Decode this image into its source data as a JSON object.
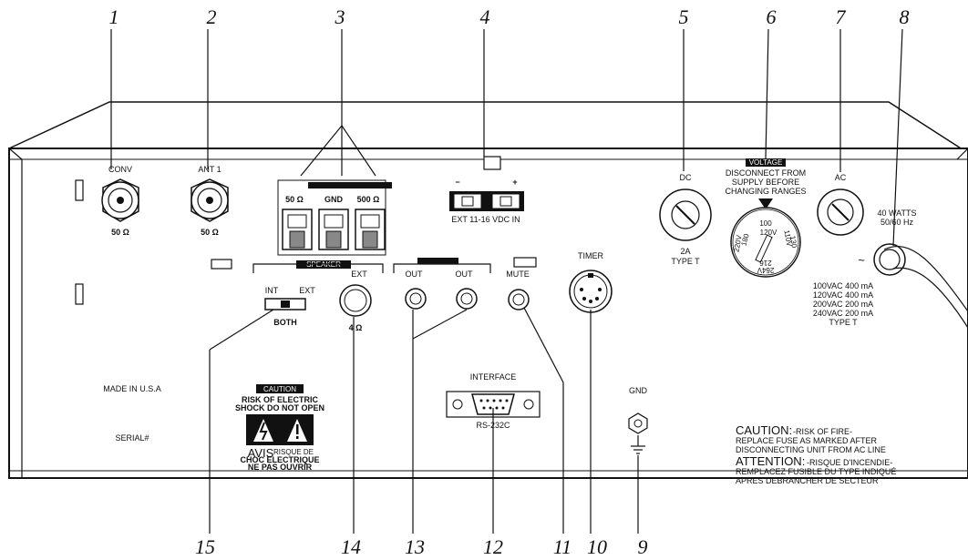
{
  "callouts": [
    "1",
    "2",
    "3",
    "4",
    "5",
    "6",
    "7",
    "8",
    "9",
    "10",
    "11",
    "12",
    "13",
    "14",
    "15"
  ],
  "connectors": {
    "conv": "CONV",
    "conv_ohm": "50 Ω",
    "ant1": "ANT 1",
    "ant1_ohm": "50 Ω",
    "term_50": "50 Ω",
    "term_gnd": "GND",
    "term_500": "500 Ω",
    "ext_minus": "−",
    "ext_plus": "+",
    "ext_dc": "EXT 11-16 VDC IN",
    "dc": "DC",
    "dc_fuse": "2A",
    "dc_type": "TYPE T",
    "voltage_title": "VOLTAGE",
    "voltage_warn_1": "DISCONNECT FROM",
    "voltage_warn_2": "SUPPLY BEFORE",
    "voltage_warn_3": "CHANGING RANGES",
    "v_100": "100",
    "v_120": "120V",
    "v_220": "220V",
    "v_180": "180",
    "v_110": "110V",
    "v_130": "130",
    "v_216": "216",
    "v_264": "264V",
    "ac": "AC",
    "watts_1": "40 WATTS",
    "watts_2": "50/60 Hz",
    "rating_1": "100VAC 400 mA",
    "rating_2": "120VAC 400 mA",
    "rating_3": "200VAC 200 mA",
    "rating_4": "240VAC 200 mA",
    "rating_type": "TYPE T",
    "speaker": "SPEAKER",
    "int": "INT",
    "ext": "EXT",
    "both": "BOTH",
    "ext_jack": "EXT",
    "ext_ohm": "4 Ω",
    "out1": "OUT",
    "out2": "OUT",
    "mute": "MUTE",
    "timer": "TIMER",
    "interface": "INTERFACE",
    "rs232": "RS-232C",
    "gnd": "GND",
    "made_in": "MADE IN U.S.A",
    "serial": "SERIAL#",
    "caution_title": "CAUTION",
    "caution_1": "RISK OF ELECTRIC",
    "caution_2": "SHOCK DO NOT OPEN",
    "avis": "AVIS",
    "avis_1": "RISQUE DE",
    "avis_2": "CHOC ELECTRIQUE",
    "avis_3": "NE PAS OUVRIR",
    "fire_caution": "CAUTION:",
    "fire_caution_1": "-RISK OF FIRE-",
    "fire_caution_2": "REPLACE FUSE AS MARKED AFTER",
    "fire_caution_3": "DISCONNECTING UNIT FROM AC LINE",
    "attention": "ATTENTION:",
    "attention_1": "-RISQUE D'INCENDIE-",
    "attention_2": "REMPLACEZ FUSIBLE DU TYPE INDIQUÉ",
    "attention_3": "APRES DEBRANCHER DE SECTEUR"
  }
}
